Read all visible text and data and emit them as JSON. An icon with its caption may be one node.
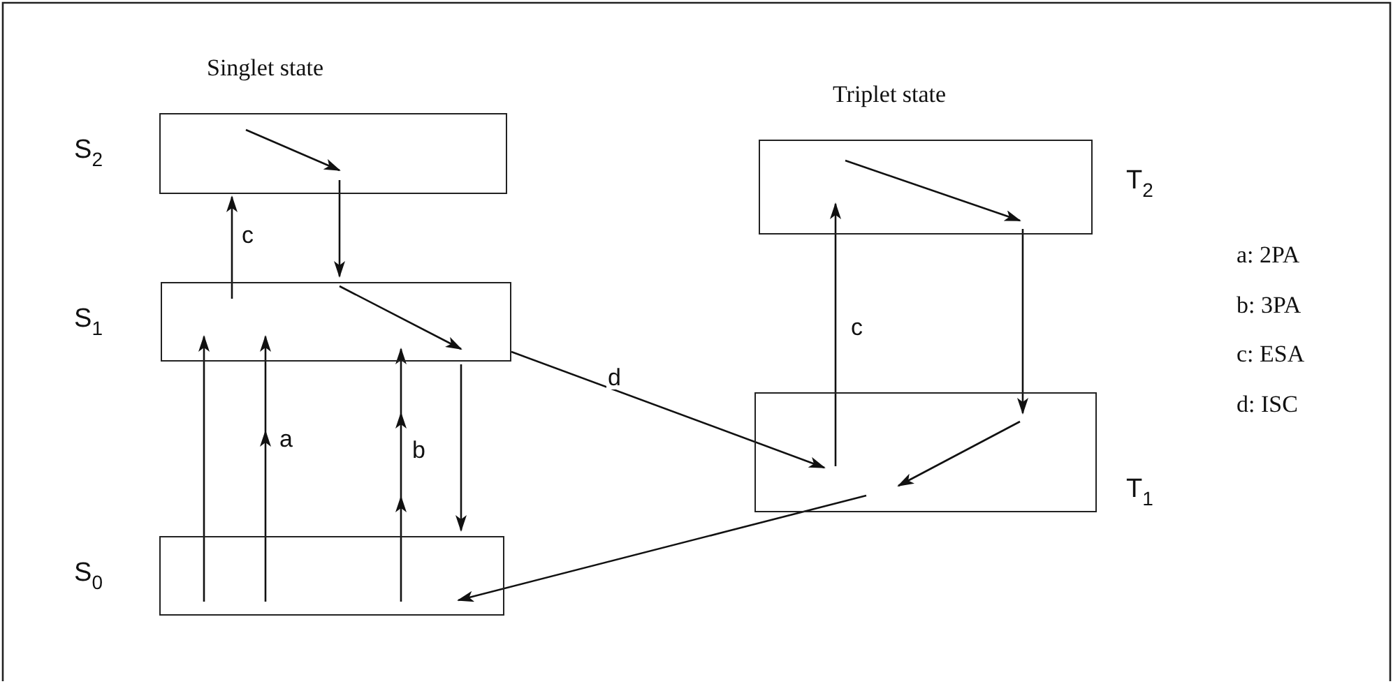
{
  "diagram": {
    "nodes": [
      {
        "text": [],
        "shape": "box",
        "beside": [
          "S$_{2}$"
        ]
      },
      {
        "text": [],
        "shape": "box",
        "beside": [
          "S$_{1}$"
        ]
      },
      {
        "text": [],
        "shape": "box",
        "beside": [
          "S$_{0}$"
        ]
      },
      {
        "text": [],
        "shape": "box",
        "beside": [
          "T$_{2}$"
        ]
      },
      {
        "text": [],
        "shape": "box",
        "beside": [
          "T$_{1}$"
        ]
      }
    ],
    "edges": [
      {
        "from": 0,
        "to": 0,
        "arrow": "to"
      },
      {
        "from": 0,
        "to": 1,
        "arrow": "to"
      },
      {
        "from": 1,
        "to": 0,
        "arrow": "to",
        "label": "c"
      },
      {
        "from": 1,
        "to": 1,
        "arrow": "to"
      },
      {
        "from": 1,
        "to": 2,
        "arrow": "to"
      },
      {
        "from": 2,
        "to": 1,
        "arrow": "to"
      },
      {
        "from": 2,
        "to": 1,
        "arrow": "to",
        "label": "a"
      },
      {
        "from": 2,
        "to": 1,
        "arrow": "to",
        "label": "b"
      },
      {
        "from": 1,
        "to": 4,
        "arrow": "to",
        "label": "d"
      },
      {
        "from": 4,
        "to": 3,
        "arrow": "to",
        "label": "c"
      },
      {
        "from": 3,
        "to": 3,
        "arrow": "to"
      },
      {
        "from": 3,
        "to": 4,
        "arrow": "to"
      },
      {
        "from": 4,
        "to": 4,
        "arrow": "to"
      },
      {
        "from": 4,
        "to": 2,
        "arrow": "to"
      }
    ],
    "labels": [
      "Singlet state",
      "Triplet state",
      "a: 2PA",
      "b: 3PA",
      "c: ESA",
      "d: ISC"
    ]
  }
}
